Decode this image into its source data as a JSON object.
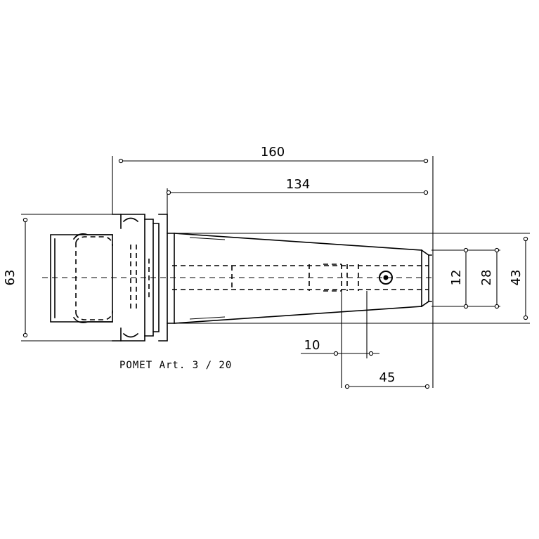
{
  "dimensions": {
    "overall_length": "160",
    "shank_length": "134",
    "flange_diameter": "63",
    "bore_diameter": "12",
    "taper_small_diameter": "28",
    "taper_large_diameter": "43",
    "clamp_offset": "10",
    "bore_depth": "45"
  },
  "annotation": "POMET Art. 3 / 20"
}
